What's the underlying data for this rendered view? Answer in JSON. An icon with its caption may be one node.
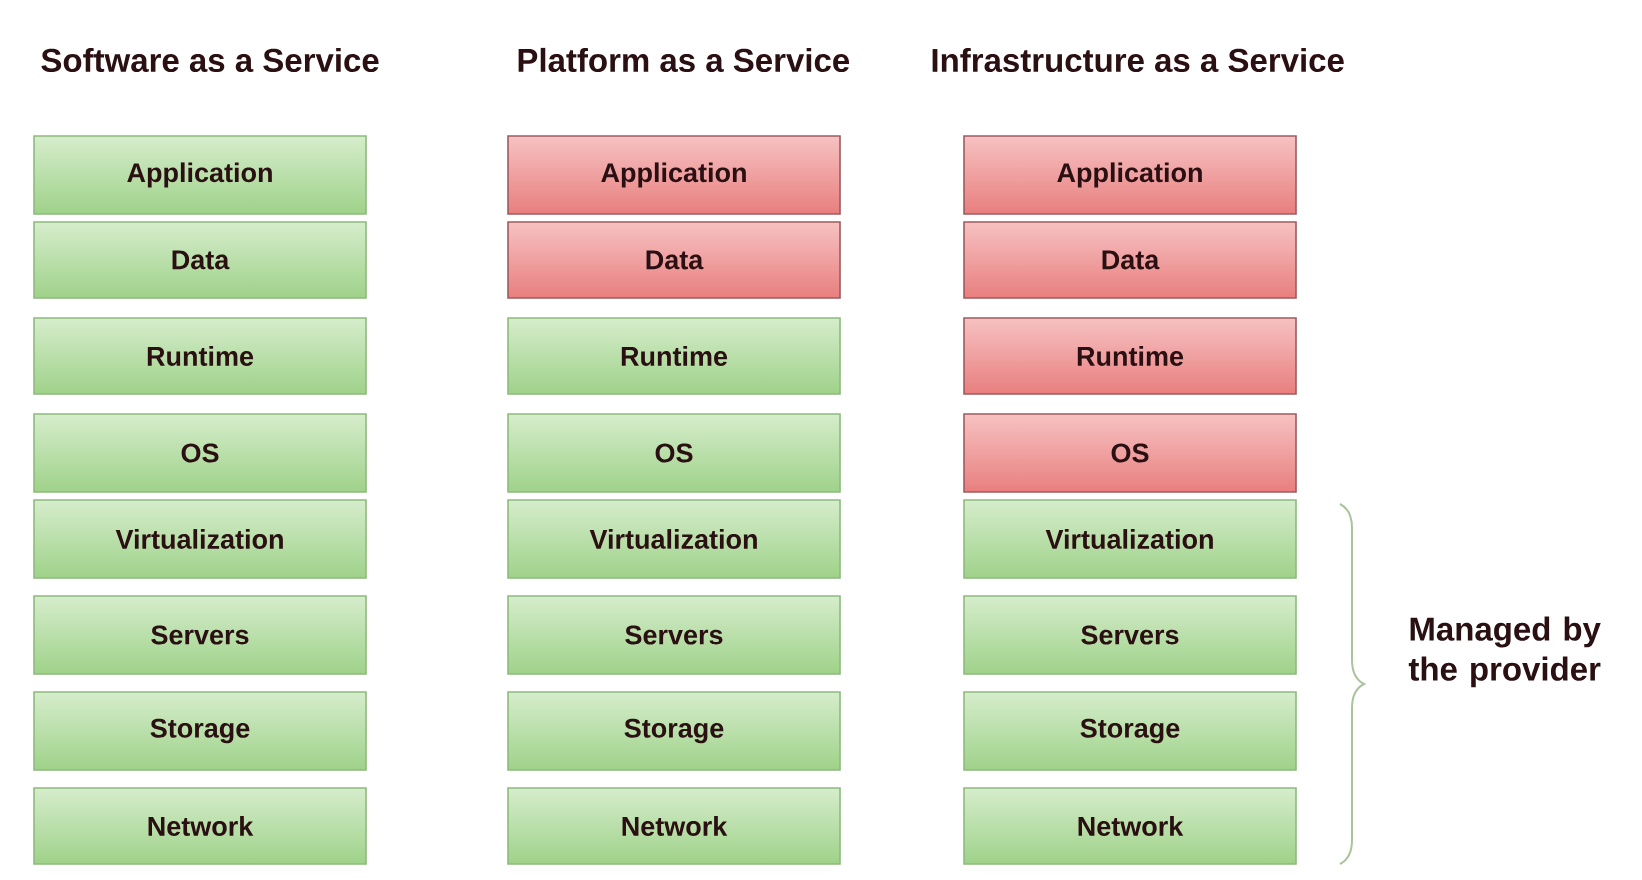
{
  "diagram": {
    "nodes": [
      {
        "text": [
          "Application"
        ]
      },
      {
        "text": [
          "Data"
        ]
      },
      {
        "text": [
          "Runtime"
        ]
      },
      {
        "text": [
          "OS"
        ]
      },
      {
        "text": [
          "Virtualization"
        ]
      },
      {
        "text": [
          "Servers"
        ]
      },
      {
        "text": [
          "Storage"
        ]
      },
      {
        "text": [
          "Network"
        ]
      },
      {
        "text": [
          "Application"
        ]
      },
      {
        "text": [
          "Data"
        ]
      },
      {
        "text": [
          "Runtime"
        ]
      },
      {
        "text": [
          "OS"
        ]
      },
      {
        "text": [
          "Virtualization"
        ]
      },
      {
        "text": [
          "Servers"
        ]
      },
      {
        "text": [
          "Storage"
        ]
      },
      {
        "text": [
          "Network"
        ]
      },
      {
        "text": [
          "Application"
        ]
      },
      {
        "text": [
          "Data"
        ]
      },
      {
        "text": [
          "Runtime"
        ]
      },
      {
        "text": [
          "OS"
        ]
      },
      {
        "text": [
          "Virtualization"
        ]
      },
      {
        "text": [
          "Servers"
        ]
      },
      {
        "text": [
          "Storage"
        ]
      },
      {
        "text": [
          "Network"
        ]
      }
    ],
    "labels": [
      "Software as a Service",
      "Platform as a Service",
      "Infrastructure as a Service",
      "Managed by the provider"
    ]
  }
}
